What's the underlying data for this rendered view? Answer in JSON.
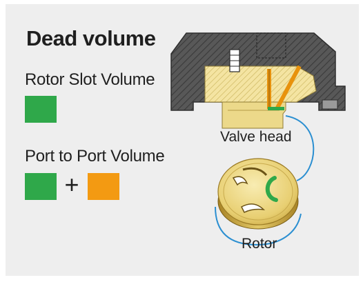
{
  "title": "Dead volume",
  "legend": {
    "rotor_slot_label": "Rotor Slot Volume",
    "port_to_port_label": "Port to Port Volume",
    "plus": "+"
  },
  "diagram": {
    "valve_head_label": "Valve head",
    "rotor_label": "Rotor"
  },
  "colors": {
    "green": "#2fa84a",
    "orange": "#f39a12",
    "housing": "#555555",
    "brass": "#f2e29a",
    "connector": "#2b8fd1",
    "background": "#eeeeee"
  }
}
